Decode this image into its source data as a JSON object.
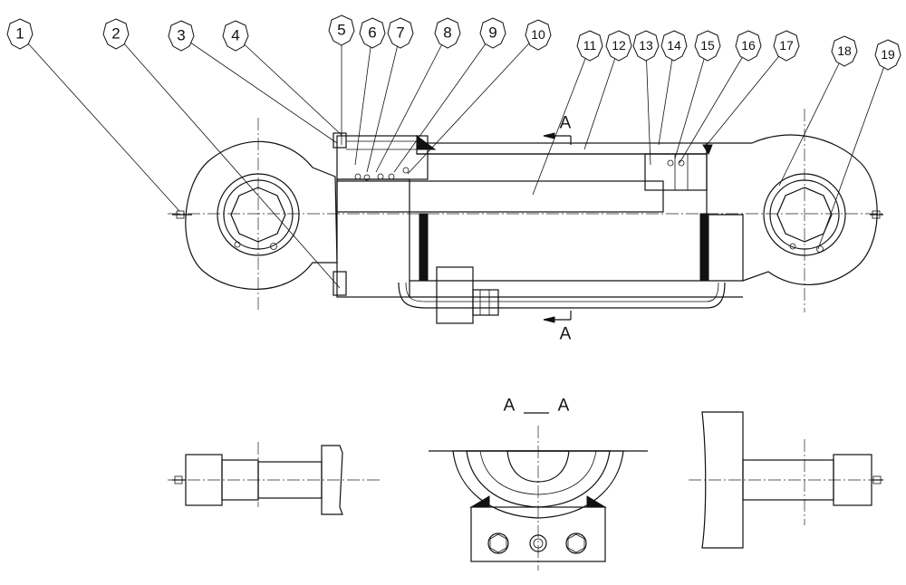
{
  "drawing": {
    "callouts": [
      "1",
      "2",
      "3",
      "4",
      "5",
      "6",
      "7",
      "8",
      "9",
      "10",
      "11",
      "12",
      "13",
      "14",
      "15",
      "16",
      "17",
      "18",
      "19"
    ],
    "section_marks": {
      "top": "A",
      "bottom": "A",
      "title_left": "A",
      "title_right": "A"
    }
  }
}
